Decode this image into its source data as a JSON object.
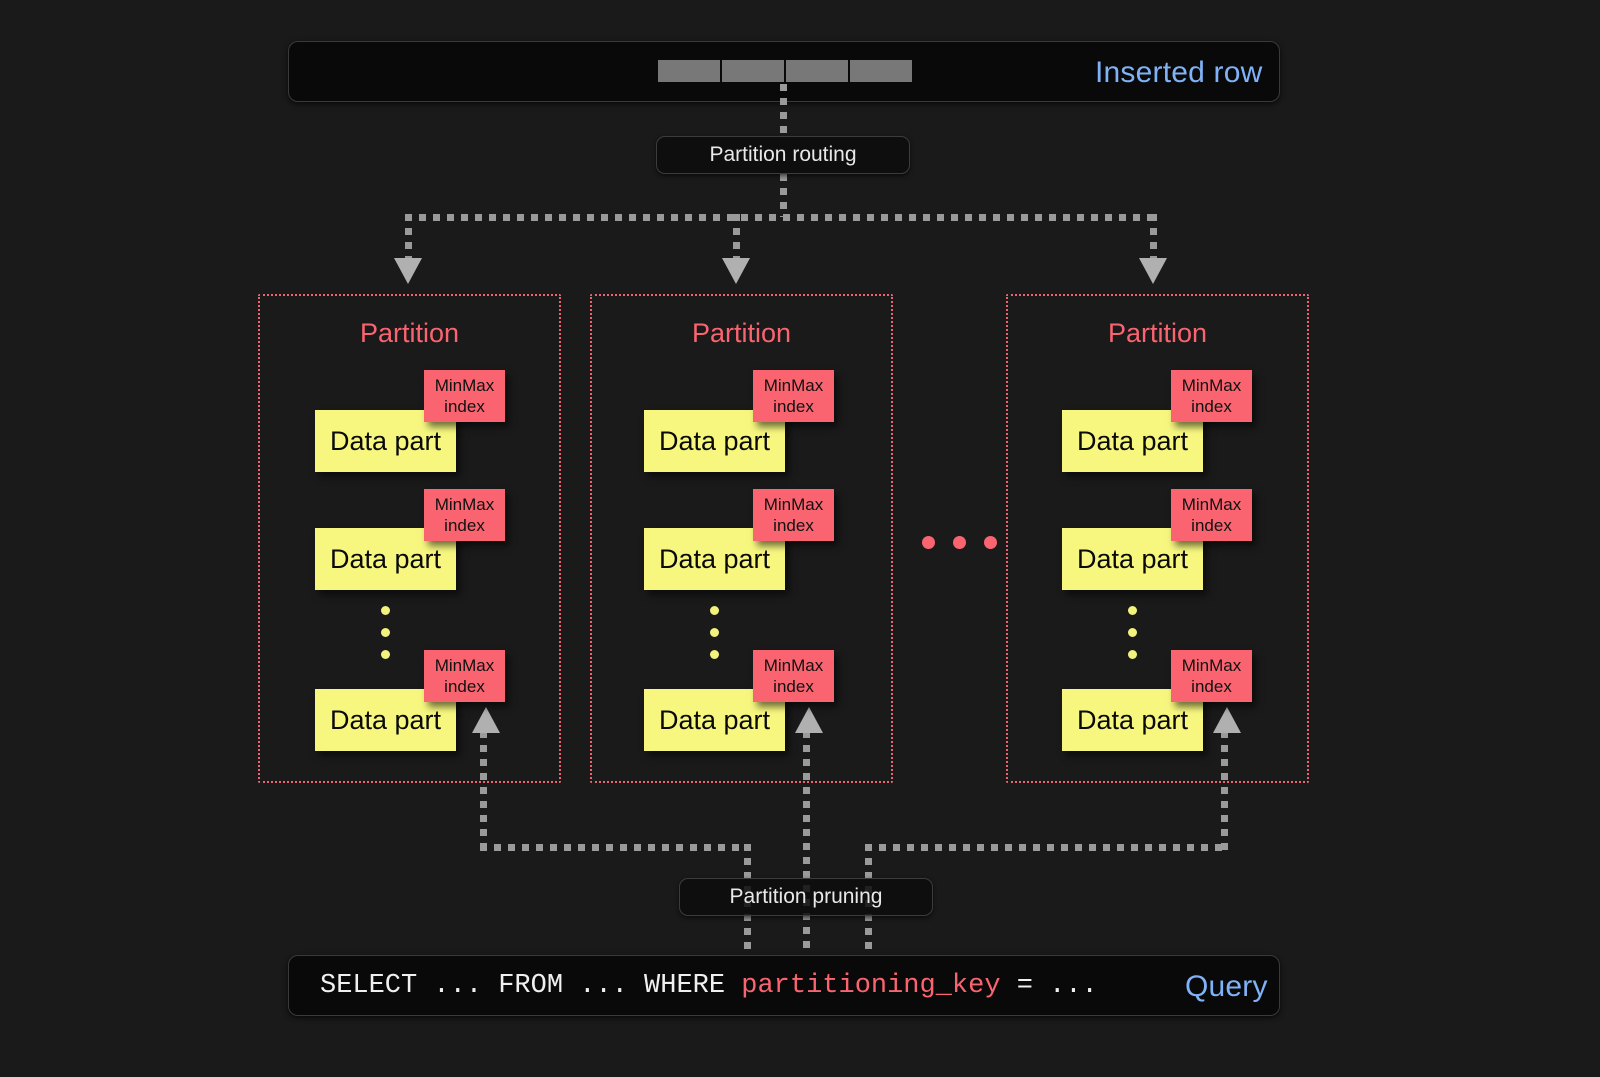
{
  "diagram": {
    "title": "ClickHouse partitioning: insert routing and partition pruning",
    "background_color": "#1a1a1a",
    "accent_red": "#fa6470",
    "accent_yellow": "#f7f77f",
    "accent_blue": "#7fb2f7",
    "connector_color": "#9a9a9a"
  },
  "inserted_row": {
    "label": "Inserted row",
    "cells": [
      "",
      "",
      "",
      ""
    ],
    "cell_count": 4
  },
  "routing": {
    "label": "Partition routing"
  },
  "partitions": [
    {
      "title": "Partition",
      "parts": [
        {
          "part_label": "Data part",
          "index_line1": "MinMax",
          "index_line2": "index"
        },
        {
          "part_label": "Data part",
          "index_line1": "MinMax",
          "index_line2": "index"
        },
        {
          "part_label": "Data part",
          "index_line1": "MinMax",
          "index_line2": "index"
        }
      ],
      "ellipsis": "⋮"
    },
    {
      "title": "Partition",
      "parts": [
        {
          "part_label": "Data part",
          "index_line1": "MinMax",
          "index_line2": "index"
        },
        {
          "part_label": "Data part",
          "index_line1": "MinMax",
          "index_line2": "index"
        },
        {
          "part_label": "Data part",
          "index_line1": "MinMax",
          "index_line2": "index"
        }
      ],
      "ellipsis": "⋮"
    },
    {
      "title": "Partition",
      "parts": [
        {
          "part_label": "Data part",
          "index_line1": "MinMax",
          "index_line2": "index"
        },
        {
          "part_label": "Data part",
          "index_line1": "MinMax",
          "index_line2": "index"
        },
        {
          "part_label": "Data part",
          "index_line1": "MinMax",
          "index_line2": "index"
        }
      ],
      "ellipsis": "⋮"
    }
  ],
  "partitions_ellipsis": "…",
  "pruning": {
    "label": "Partition pruning"
  },
  "query": {
    "label": "Query",
    "prefix": "SELECT ... FROM ... WHERE ",
    "key": "partitioning_key",
    "suffix": " = ..."
  }
}
